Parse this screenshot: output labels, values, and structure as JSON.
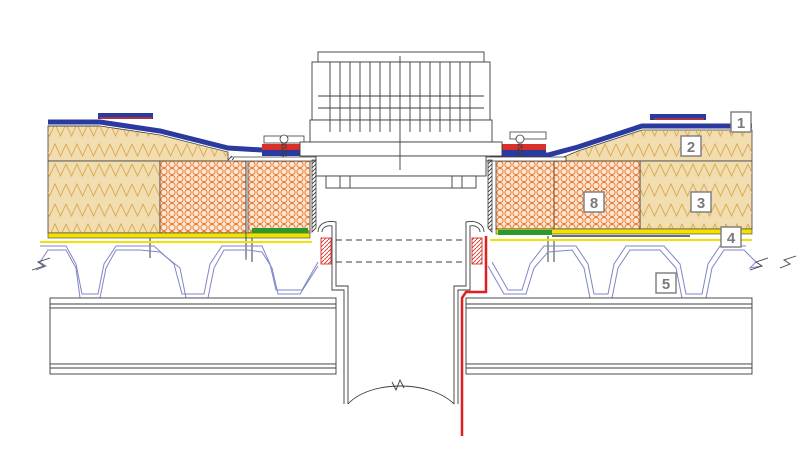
{
  "diagram": {
    "type": "flat-roof-drain-section",
    "colors": {
      "line": "#3c3c3c",
      "waterproofing_top": "#2b3a9e",
      "waterproofing_bottom": "#d9302a",
      "thermal_insulation": "#f2ddb0",
      "insulation_hatch": "#d8a74a",
      "drain_insulation_core": "#e8702a",
      "vapor_barrier": "#f2e200",
      "adhesive": "#2a9a2a",
      "heating_cable": "#e02020",
      "deck_wave": "#7f86c8",
      "label_frame": "#7a7a7a"
    },
    "labels": [
      "1",
      "2",
      "3",
      "4",
      "5",
      "8"
    ]
  }
}
